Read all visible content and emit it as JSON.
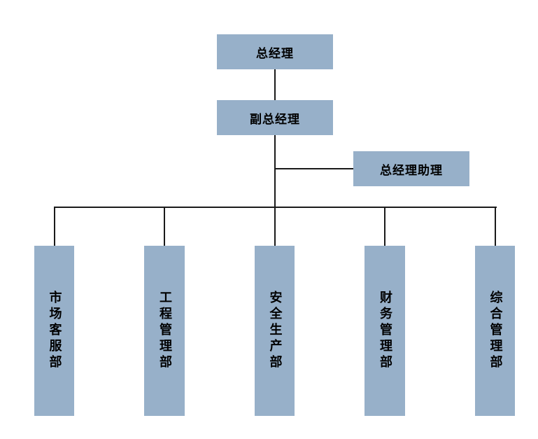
{
  "org_chart": {
    "general_manager": "总经理",
    "deputy_general_manager": "副总经理",
    "assistant_general_manager": "总经理助理",
    "departments": [
      "市场客服部",
      "工程管理部",
      "安全生产部",
      "财务管理部",
      "综合管理部"
    ]
  },
  "colors": {
    "box_fill": "#97b0c9",
    "connector_line": "#1a1a1a",
    "text": "#000000"
  }
}
